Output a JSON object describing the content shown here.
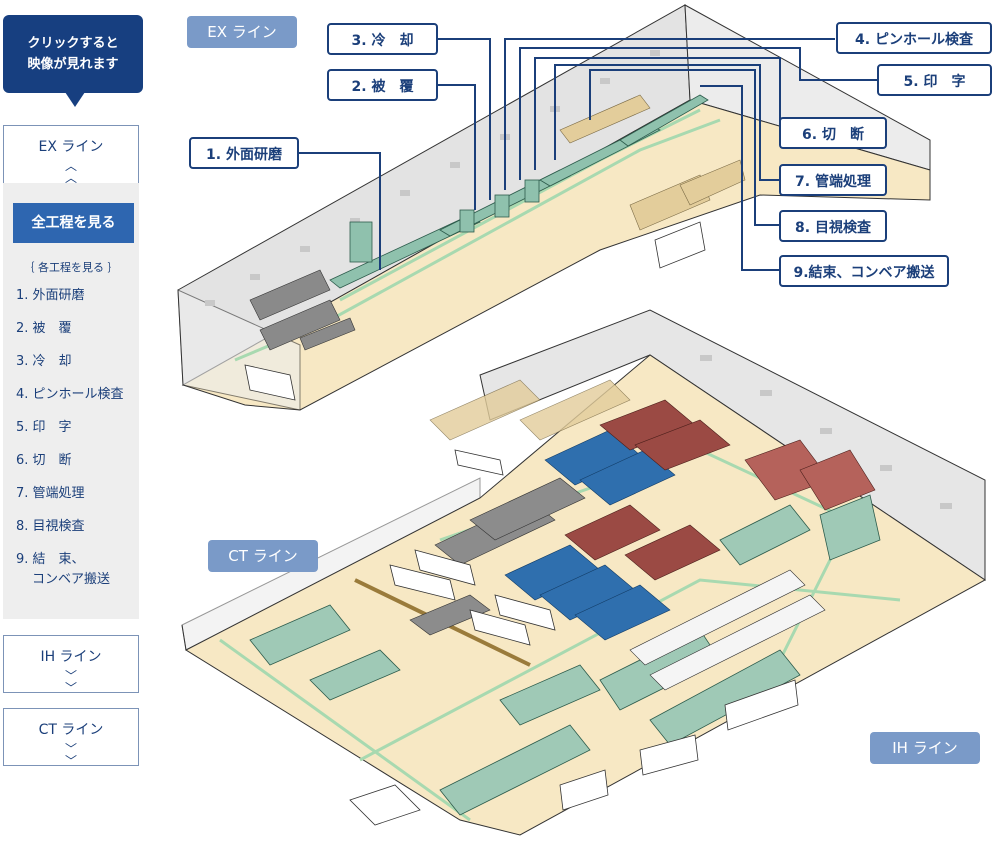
{
  "sidebar": {
    "bubble_line1": "クリックすると",
    "bubble_line2": "映像が見れます",
    "ex_button": "EX ライン",
    "all_steps_button": "全工程を見る",
    "each_steps_label": "｛ 各工程を見る ｝",
    "steps": [
      "1. 外面研磨",
      "2. 被　覆",
      "3. 冷　却",
      "4. ピンホール検査",
      "5. 印　字",
      "6. 切　断",
      "7. 管端処理",
      "8. 目視検査",
      "9. 結　束、",
      "コンベア搬送"
    ],
    "ih_button": "IH ライン",
    "ct_button": "CT ライン"
  },
  "map": {
    "ex_title": "EX ライン",
    "ct_title": "CT ライン",
    "ih_title": "IH ライン",
    "callouts": [
      "1. 外面研磨",
      "2. 被　覆",
      "3. 冷　却",
      "4. ピンホール検査",
      "5. 印　字",
      "6. 切　断",
      "7. 管端処理",
      "8. 目視検査",
      "9.結束、コンベア搬送"
    ]
  },
  "colors": {
    "navy": "#173f80",
    "accent_blue": "#2e66b0",
    "floor": "#f7e8c4",
    "wall": "#e4e4e4",
    "pipe_blue": "#2f6fae",
    "pipe_red": "#9b4a44",
    "pipe_gray": "#8a8a8a",
    "machine_green": "#9fc9b6"
  }
}
